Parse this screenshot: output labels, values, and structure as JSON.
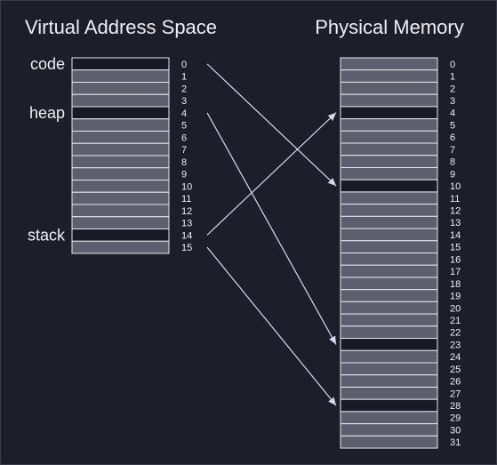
{
  "colors": {
    "background": "#1e1e2b",
    "frame_border": "#3a3a4a",
    "empty_cell": "#5e5e6e",
    "used_cell": "#1a1a26",
    "cell_border": "#e8e8f2",
    "text": "#eeeef6",
    "arrow": "#d8d8ee"
  },
  "virtual": {
    "title": "Virtual Address Space",
    "page_count": 16,
    "page_numbers": [
      "0",
      "1",
      "2",
      "3",
      "4",
      "5",
      "6",
      "7",
      "8",
      "9",
      "10",
      "11",
      "12",
      "13",
      "14",
      "15"
    ],
    "segments": [
      {
        "label": "code",
        "page": 0
      },
      {
        "label": "heap",
        "page": 4
      },
      {
        "label": "stack",
        "page": 14
      }
    ]
  },
  "physical": {
    "title": "Physical Memory",
    "frame_count": 32,
    "frame_numbers": [
      "0",
      "1",
      "2",
      "3",
      "4",
      "5",
      "6",
      "7",
      "8",
      "9",
      "10",
      "11",
      "12",
      "13",
      "14",
      "15",
      "16",
      "17",
      "18",
      "19",
      "20",
      "21",
      "22",
      "23",
      "24",
      "25",
      "26",
      "27",
      "28",
      "29",
      "30",
      "31"
    ],
    "used_frames": [
      4,
      10,
      23,
      28
    ]
  },
  "mappings": [
    {
      "from_page": 0,
      "to_frame": 10
    },
    {
      "from_page": 4,
      "to_frame": 23
    },
    {
      "from_page": 14,
      "to_frame": 4
    },
    {
      "from_page": 15,
      "to_frame": 28
    }
  ]
}
